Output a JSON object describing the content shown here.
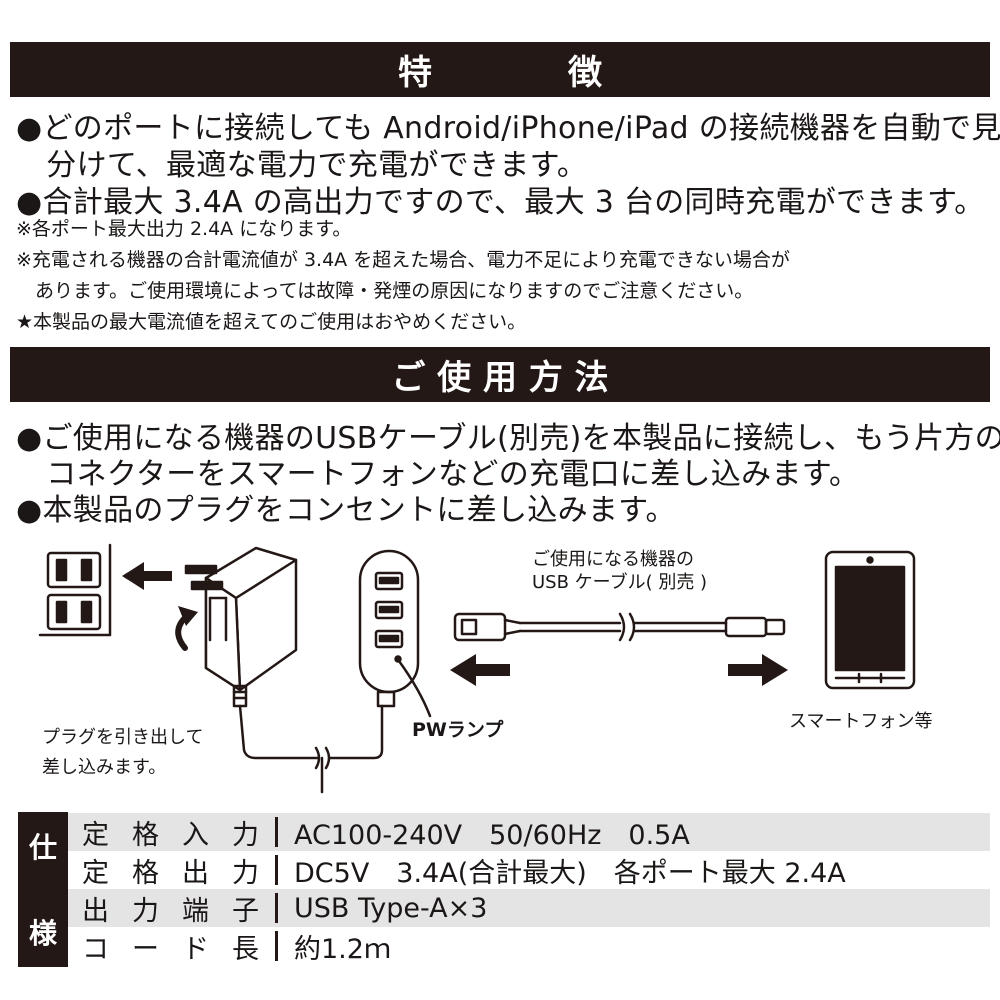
{
  "features": {
    "heading": "特　　　　徴",
    "lines": [
      "●どのポートに接続しても Android/iPhone/iPad の接続機器を自動で見",
      "　分けて、最適な電力で充電ができます。",
      "●合計最大 3.4A の高出力ですので、最大 3 台の同時充電ができます。"
    ],
    "notes": [
      "※各ポート最大出力 2.4A になります。",
      "※充電される機器の合計電流値が 3.4A を超えた場合、電力不足により充電できない場合が",
      "　あります。ご使用環境によっては故障・発煙の原因になりますのでご注意ください。",
      "★本製品の最大電流値を超えてのご使用はおやめください。"
    ]
  },
  "usage": {
    "heading": "ご 使 用 方 法",
    "lines": [
      "●ご使用になる機器のUSBケーブル(別売)を本製品に接続し、もう片方の",
      "　コネクターをスマートフォンなどの充電口に差し込みます。",
      "●本製品のプラグをコンセントに差し込みます。"
    ]
  },
  "diagram": {
    "cable_caption_1": "ご使用になる機器の",
    "cable_caption_2": "USB ケーブル( 別売 )",
    "pw_lamp": "PWランプ",
    "plug_caption_1": "プラグを引き出して",
    "plug_caption_2": "差し込みます。",
    "device_caption": "スマートフォン等"
  },
  "spec": {
    "side_top": "仕",
    "side_bottom": "様",
    "rows": [
      {
        "label": [
          "定",
          "格",
          "入",
          "力"
        ],
        "value": "AC100-240V　50/60Hz　0.5A"
      },
      {
        "label": [
          "定",
          "格",
          "出",
          "力"
        ],
        "value": "DC5V　3.4A(合計最大)　各ポート最大 2.4A"
      },
      {
        "label": [
          "出",
          "力",
          "端",
          "子"
        ],
        "value": "USB Type-A×3"
      },
      {
        "label": [
          "コ",
          "ー",
          "ド",
          "長"
        ],
        "value": "約1.2ｍ"
      }
    ]
  }
}
